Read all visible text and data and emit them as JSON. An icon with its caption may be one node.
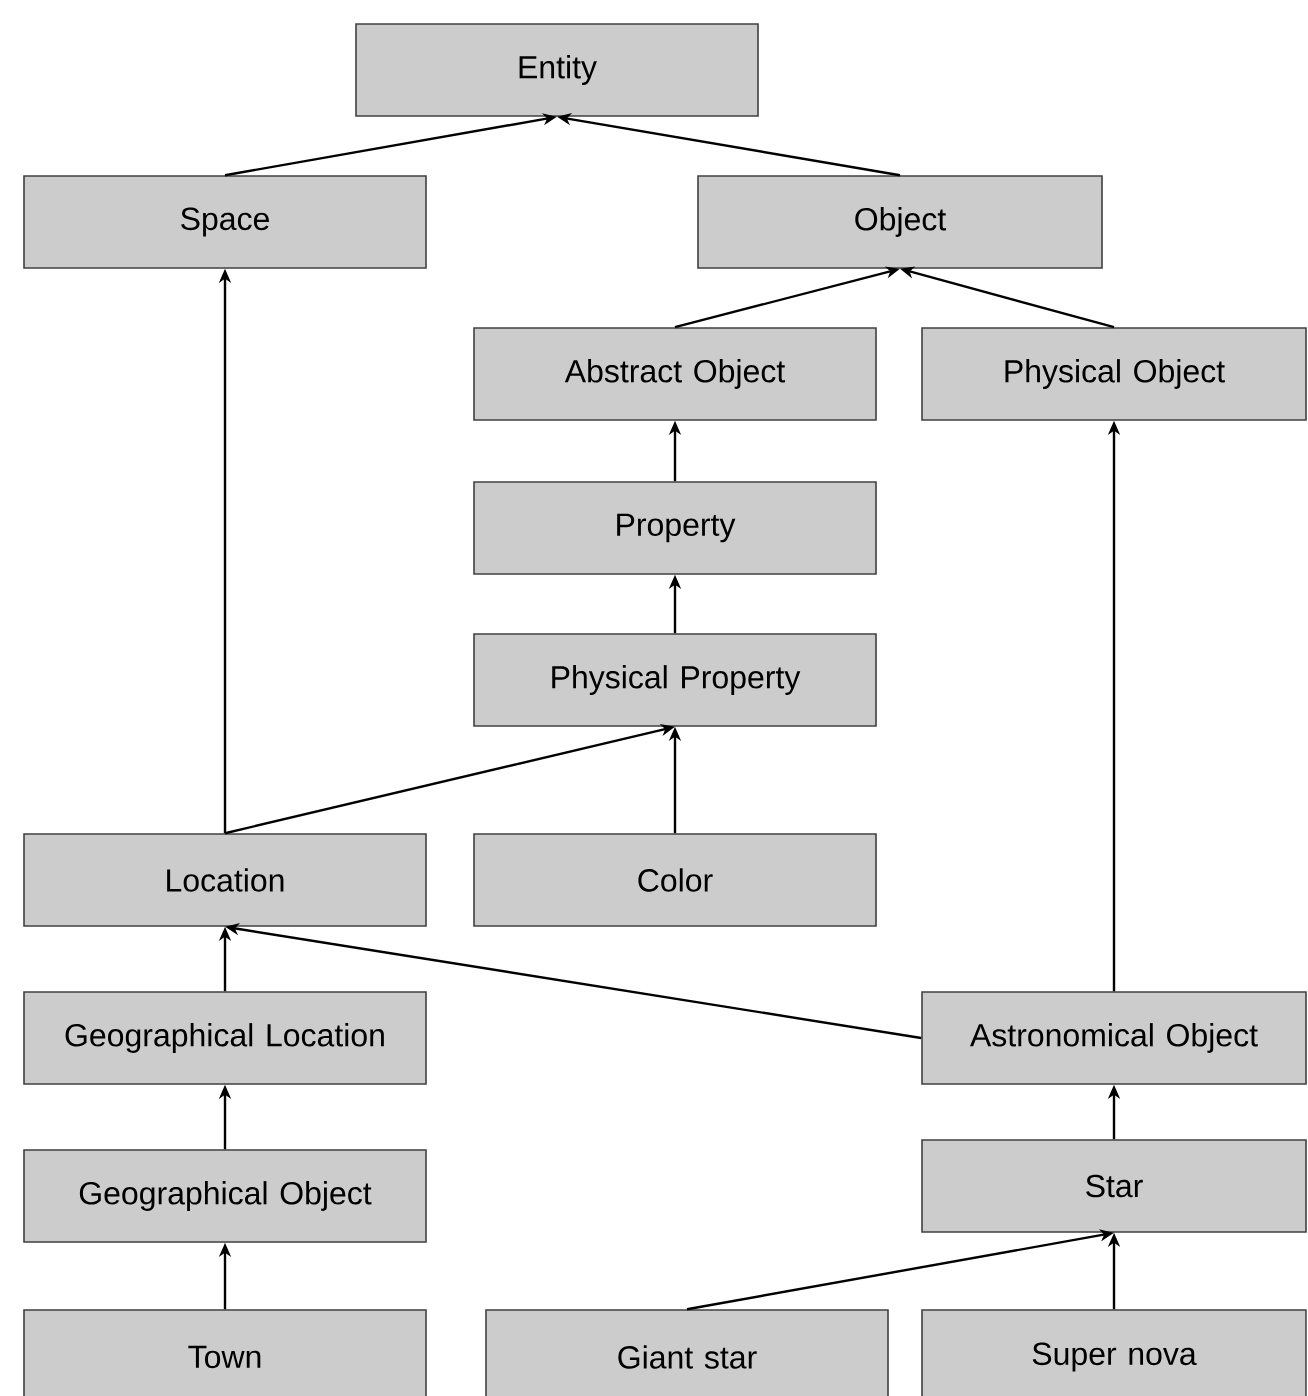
{
  "diagram": {
    "nodes": [
      {
        "text": [
          "Entity"
        ]
      },
      {
        "text": [
          "Space"
        ]
      },
      {
        "text": [
          "Object"
        ]
      },
      {
        "text": [
          "Abstract Object"
        ]
      },
      {
        "text": [
          "Physical Object"
        ]
      },
      {
        "text": [
          "Property"
        ]
      },
      {
        "text": [
          "Physical Property"
        ]
      },
      {
        "text": [
          "Location"
        ]
      },
      {
        "text": [
          "Color"
        ]
      },
      {
        "text": [
          "Geographical Location"
        ]
      },
      {
        "text": [
          "Astronomical Object"
        ]
      },
      {
        "text": [
          "Geographical Object"
        ]
      },
      {
        "text": [
          "Star"
        ]
      },
      {
        "text": [
          "Town"
        ]
      },
      {
        "text": [
          "Giant star"
        ]
      },
      {
        "text": [
          "Super nova"
        ]
      }
    ],
    "edges": [
      {
        "from": 1,
        "to": 0,
        "arrow": "to"
      },
      {
        "from": 2,
        "to": 0,
        "arrow": "to"
      },
      {
        "from": 3,
        "to": 2,
        "arrow": "to"
      },
      {
        "from": 4,
        "to": 2,
        "arrow": "to"
      },
      {
        "from": 5,
        "to": 3,
        "arrow": "to"
      },
      {
        "from": 6,
        "to": 5,
        "arrow": "to"
      },
      {
        "from": 7,
        "to": 1,
        "arrow": "to"
      },
      {
        "from": 7,
        "to": 6,
        "arrow": "to"
      },
      {
        "from": 8,
        "to": 6,
        "arrow": "to"
      },
      {
        "from": 9,
        "to": 7,
        "arrow": "to"
      },
      {
        "from": 10,
        "to": 7,
        "arrow": "to"
      },
      {
        "from": 10,
        "to": 4,
        "arrow": "to"
      },
      {
        "from": 11,
        "to": 9,
        "arrow": "to"
      },
      {
        "from": 13,
        "to": 11,
        "arrow": "to"
      },
      {
        "from": 12,
        "to": 10,
        "arrow": "to"
      },
      {
        "from": 14,
        "to": 12,
        "arrow": "to"
      },
      {
        "from": 15,
        "to": 12,
        "arrow": "to"
      }
    ]
  }
}
